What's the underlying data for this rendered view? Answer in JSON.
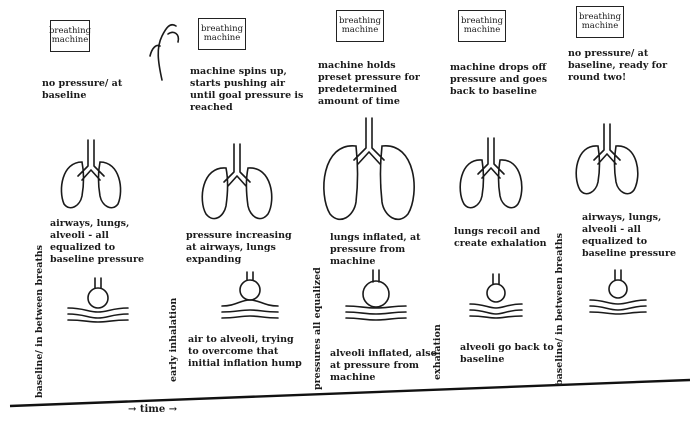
{
  "machine_label": "breathing machine",
  "stages": [
    {
      "machine_text": "no pressure/ at baseline",
      "lung_text": "airways, lungs, alveoli - all equalized to baseline pressure",
      "alveoli_text": "",
      "vertical_label": "baseline/ in between breaths"
    },
    {
      "machine_text": "machine spins up, starts pushing air until goal pressure is reached",
      "lung_text": "pressure increasing at airways, lungs expanding",
      "alveoli_text": "air to alveoli, trying to overcome that initial inflation hump",
      "vertical_label": "early inhalation"
    },
    {
      "machine_text": "machine holds preset pressure for predetermined amount of time",
      "lung_text": "lungs inflated, at pressure from machine",
      "alveoli_text": "alveoli inflated, also at pressure from machine",
      "vertical_label": "pressures all equalized"
    },
    {
      "machine_text": "machine drops off pressure and goes back to baseline",
      "lung_text": "lungs recoil and create exhalation",
      "alveoli_text": "alveoli go back to baseline",
      "vertical_label": "exhalation"
    },
    {
      "machine_text": "no pressure/ at baseline, ready for round two!",
      "lung_text": "airways, lungs, alveoli - all equalized to baseline pressure",
      "alveoli_text": "",
      "vertical_label": "baseline/ in between breaths"
    }
  ],
  "time_label": "→ time →"
}
